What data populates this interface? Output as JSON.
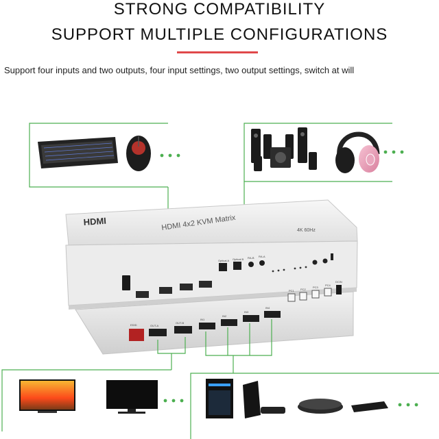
{
  "heading": {
    "line1": "STRONG COMPATIBILITY",
    "line2": "SUPPORT MULTIPLE CONFIGURATIONS",
    "accent_color": "#e0484a"
  },
  "subtitle": "Support four inputs and two outputs, four input settings, two output settings, switch at will",
  "device": {
    "brand_logo": "HDMI",
    "model": "HDMI 4x2 KVM Matrix",
    "resolution_badge": "4K 60Hz",
    "front_ports": [
      "Optical A",
      "Optical B",
      "RA-B",
      "RA-A"
    ],
    "rear_labels": [
      "EDID",
      "OUT-A",
      "OUT-B",
      "IN1",
      "IN2",
      "IN3",
      "IN4",
      "PC1",
      "PC2",
      "PC3",
      "PC4",
      "DCIN"
    ]
  },
  "peripherals": {
    "input_devices": [
      "keyboard-icon",
      "mouse-icon"
    ],
    "audio_devices": [
      "speakers-icon",
      "headphones-icon"
    ],
    "displays": [
      "tv-icon",
      "monitor-icon"
    ],
    "sources": [
      "pc-tower-icon",
      "game-console-icon",
      "controller-icon",
      "media-player-icon",
      "dvd-player-icon"
    ]
  },
  "colors": {
    "connector_line": "#4caf50",
    "device_body": "#e9e9e9",
    "device_edge": "#c8c8c8"
  }
}
